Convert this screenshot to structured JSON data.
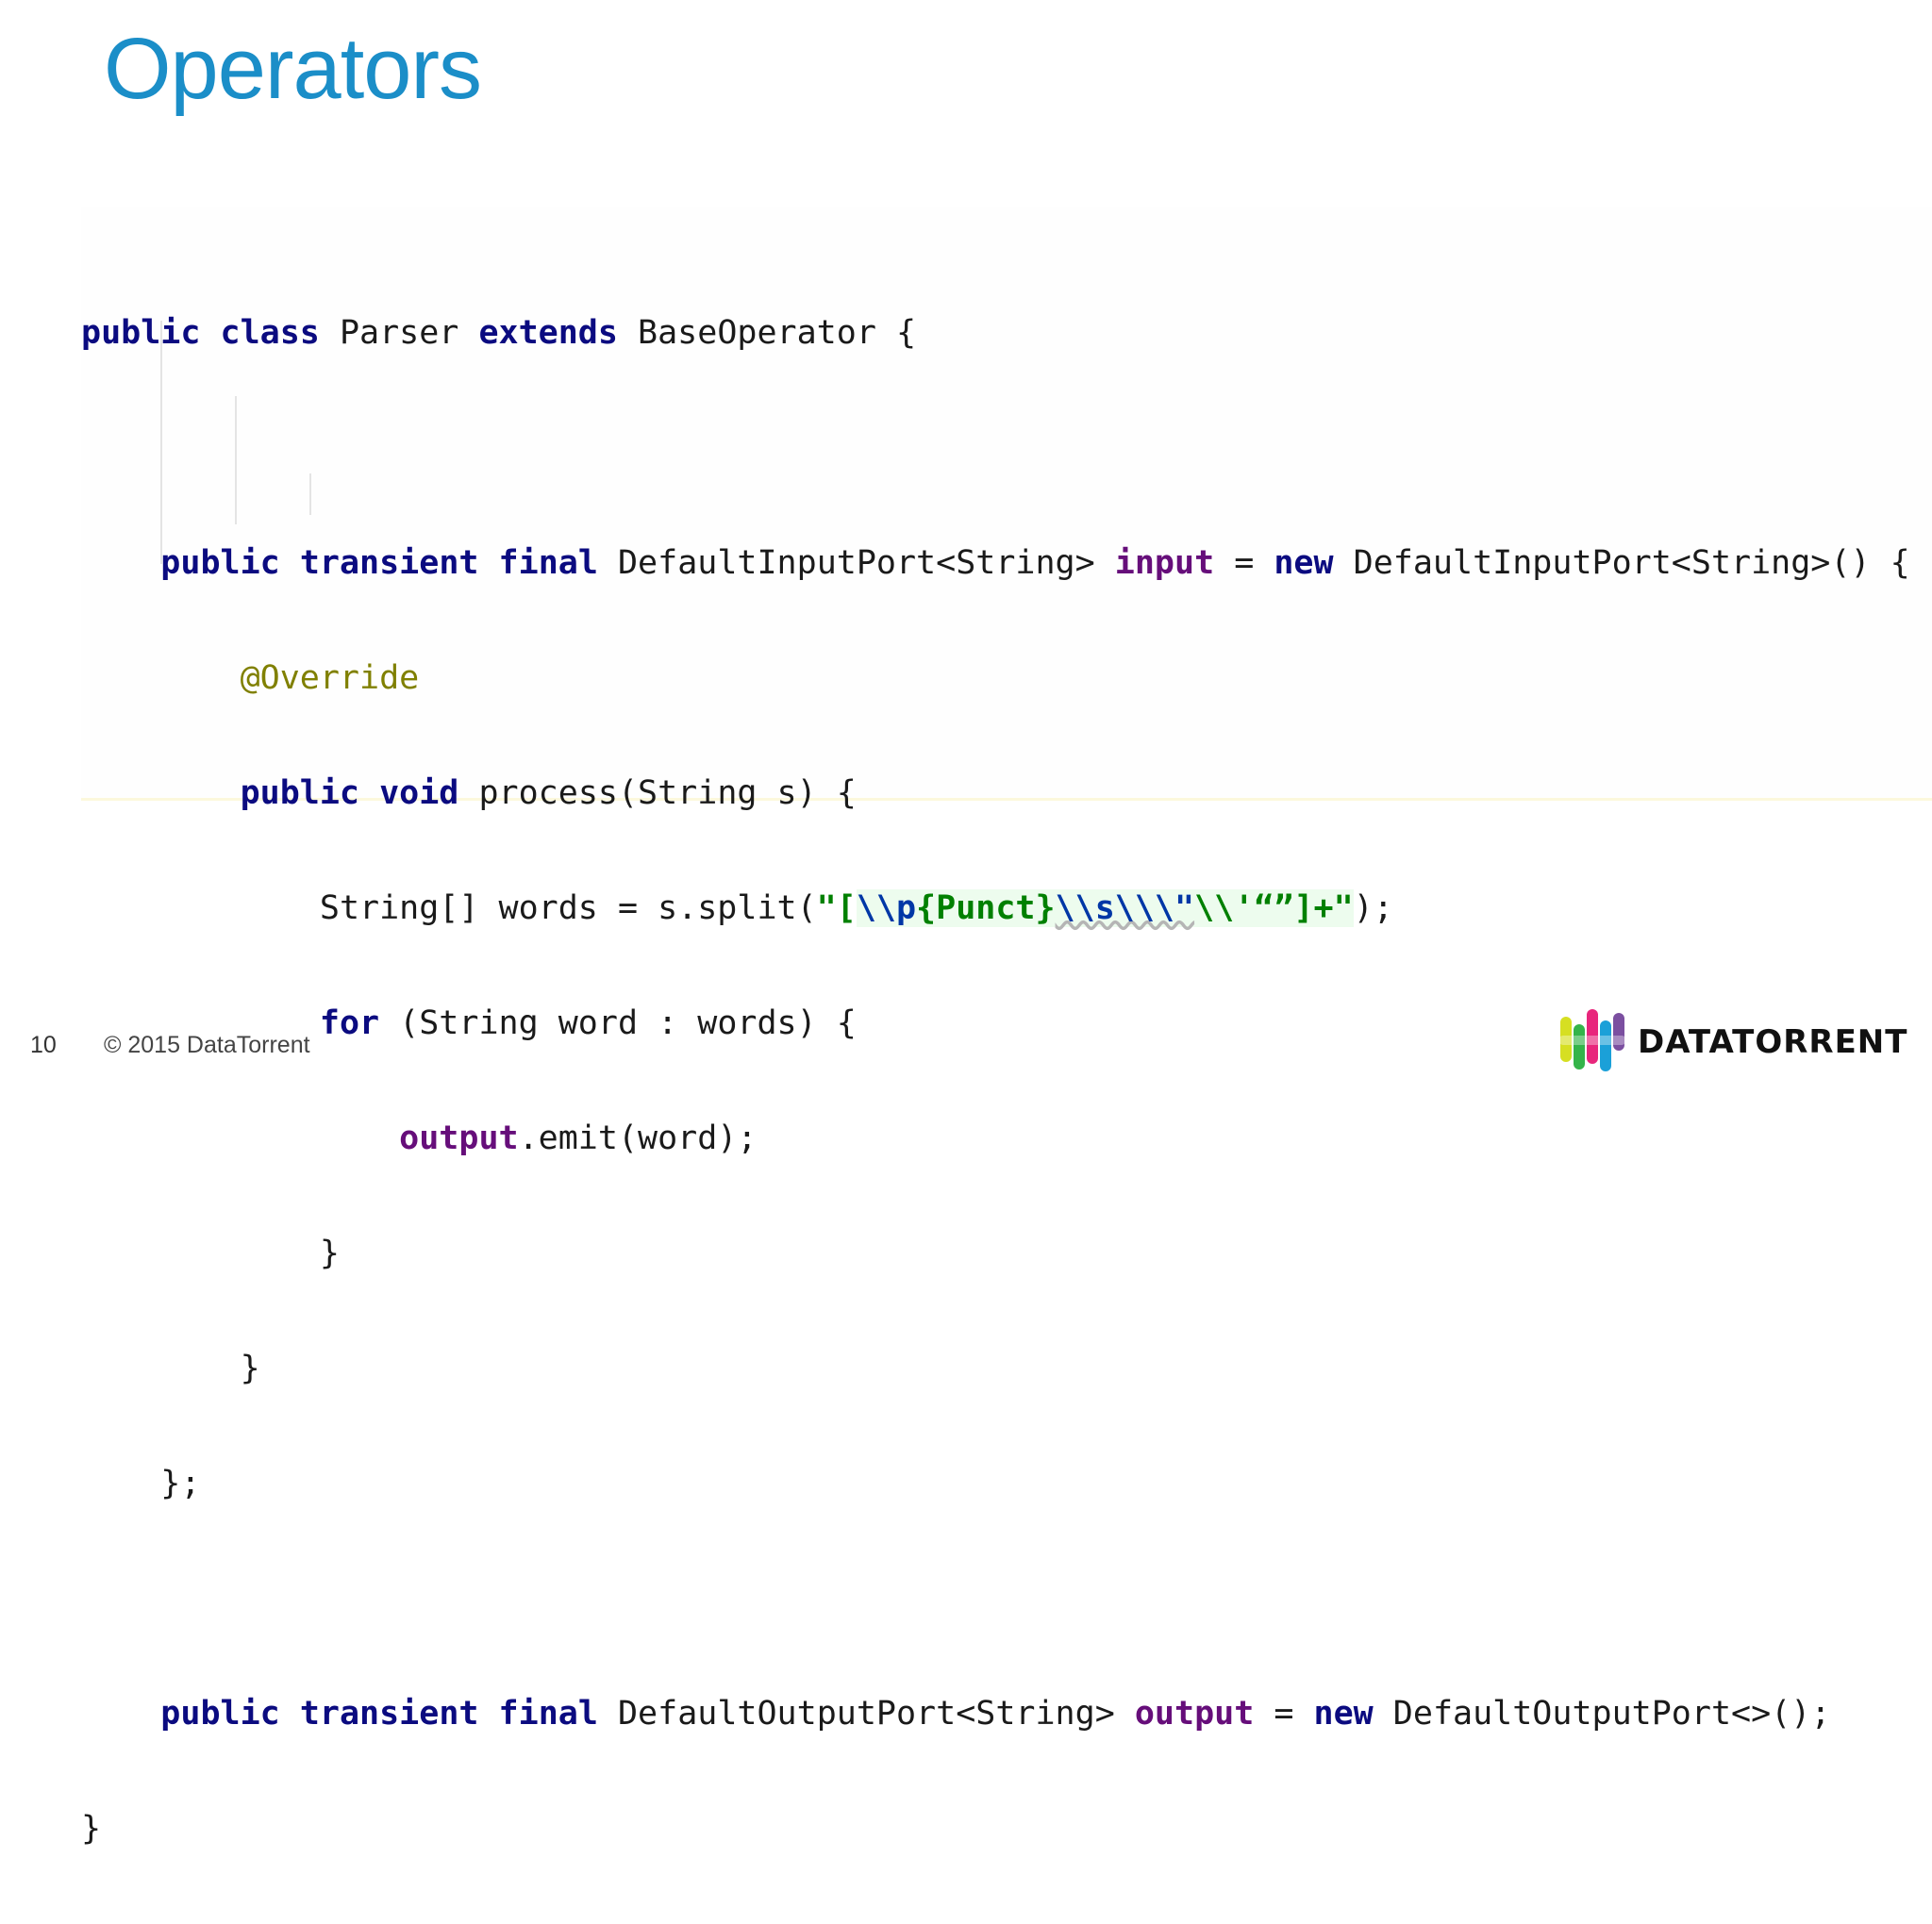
{
  "slide": {
    "title": "Operators",
    "page_number": "10",
    "copyright": "© 2015 DataTorrent",
    "logo_text": "DATATORRENT"
  },
  "code": {
    "l1": {
      "a": "public",
      "b": "class",
      "c": " Parser ",
      "d": "extends",
      "e": " BaseOperator {"
    },
    "l3": {
      "a": "public",
      "b": "transient",
      "c": "final",
      "d": " DefaultInputPort<String> ",
      "e": "input",
      "f": " = ",
      "g": "new",
      "h": " DefaultInputPort<String>() {"
    },
    "l4": {
      "a": "@Override"
    },
    "l5": {
      "a": "public",
      "b": "void",
      "c": " process(String s) {"
    },
    "l6": {
      "a": "String[] words = s.split(",
      "b": "\"[",
      "c": "\\\\p",
      "d": "{Punct}",
      "e": "\\\\s\\\\\\\"",
      "f": "\\\\'“”]+\"",
      "g": ");"
    },
    "l7": {
      "a": "for",
      "b": " (String word : words) {"
    },
    "l8": {
      "a": "output",
      "b": ".emit(word);"
    },
    "l9": {
      "a": "}"
    },
    "l10": {
      "a": "}"
    },
    "l11": {
      "a": "};"
    },
    "l13": {
      "a": "public",
      "b": "transient",
      "c": "final",
      "d": " DefaultOutputPort<String> ",
      "e": "output",
      "f": " = ",
      "g": "new",
      "h": " DefaultOutputPort<>();"
    },
    "l14": {
      "a": "}"
    }
  },
  "colors": {
    "title": "#1b8ec8",
    "keyword": "#0b0b80",
    "field": "#660e7a",
    "annotation": "#808000",
    "string": "#008000"
  }
}
